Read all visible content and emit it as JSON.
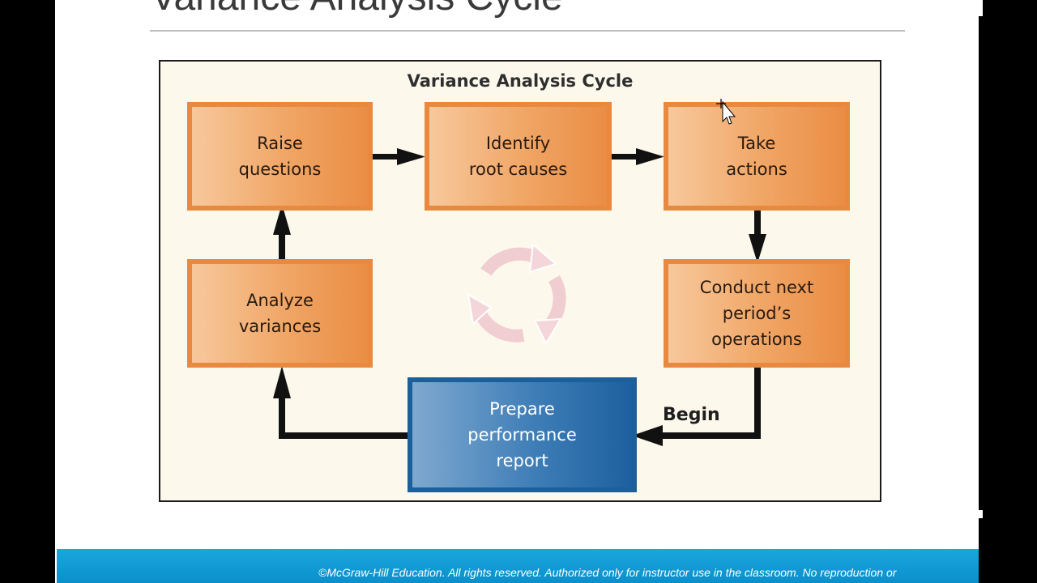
{
  "slide": {
    "title": "Variance Analysis Cycle",
    "footer": "©McGraw-Hill Education. All rights reserved. Authorized only for instructor use in the classroom.  No reproduction or"
  },
  "diagram": {
    "title": "Variance Analysis Cycle",
    "nodes": {
      "raise_questions": "Raise\nquestions",
      "identify_root_causes": "Identify\nroot causes",
      "take_actions": "Take\nactions",
      "analyze_variances": "Analyze\nvariances",
      "conduct_next_period": "Conduct next\nperiod’s\noperations",
      "prepare_report": "Prepare\nperformance\nreport"
    },
    "begin_label": "Begin"
  },
  "colors": {
    "orange_box": "#f0a564",
    "blue_box": "#1d609f",
    "footer_bar": "#0b8fcb"
  },
  "icons": {
    "cycle": "cycle-arrows-icon",
    "cursor": "move-cursor-icon"
  }
}
